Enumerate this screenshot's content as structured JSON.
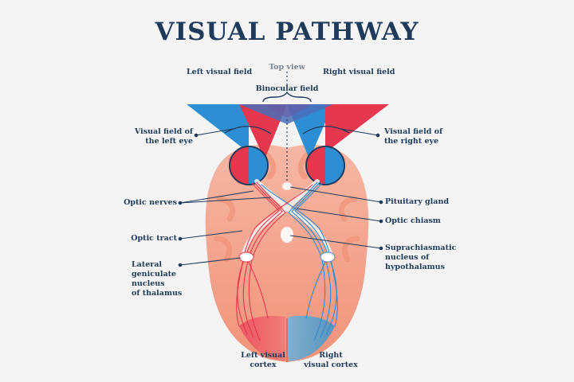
{
  "title": "VISUAL PATHWAY",
  "labels": {
    "top_view": "Top view",
    "binocular_field": "Binocular field",
    "left_visual_field": "Left visual field",
    "right_visual_field": "Right visual field",
    "visual_field_left_eye": "Visual field of\nthe left eye",
    "visual_field_right_eye": "Visual field of\nthe right eye",
    "optic_nerves": "Optic nerves",
    "pituitary_gland": "Pituitary gland",
    "optic_chiasm": "Optic chiasm",
    "optic_tract": "Optic tract",
    "suprachiasmatic": "Suprachiasmatic\nnucleus of\nhypothalamus",
    "lateral_geniculate": "Lateral\ngeniculate\nnucleus\nof thalamus",
    "left_visual_cortex": "Left visual\ncortex",
    "right_visual_cortex": "Right\nvisual cortex"
  },
  "colors": {
    "title": "#1f3a5a",
    "label": "#1f3a5a",
    "red_field": "#e5384f",
    "blue_field": "#2d8ed3",
    "brain": "#f3a38d",
    "brain_dark": "#ee8f75"
  }
}
